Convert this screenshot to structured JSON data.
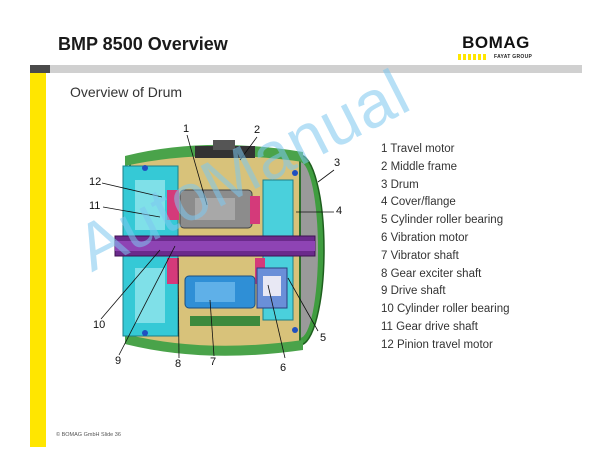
{
  "slide": {
    "title": "BMP 8500 Overview",
    "subtitle": "Overview of Drum",
    "footer": "© BOMAG GmbH Slide 36"
  },
  "logo": {
    "wordmark": "BOMAG",
    "tagline": "FAYAT GROUP"
  },
  "legend": [
    "1 Travel motor",
    "2 Middle frame",
    "3 Drum",
    "4 Cover/flange",
    "5 Cylinder roller bearing",
    "6 Vibration motor",
    "7 Vibrator shaft",
    "8 Gear exciter shaft",
    "9 Drive shaft",
    "10 Cylinder roller bearing",
    "11 Gear drive shaft",
    "12 Pinion travel motor"
  ],
  "callouts": [
    "1",
    "2",
    "3",
    "4",
    "5",
    "6",
    "7",
    "8",
    "9",
    "10",
    "11",
    "12"
  ],
  "watermark": "AutoManual",
  "colors": {
    "accent_yellow": "#ffe600",
    "header_grey": "#d0d0d0",
    "watermark_blue": "#7ec8f0"
  }
}
